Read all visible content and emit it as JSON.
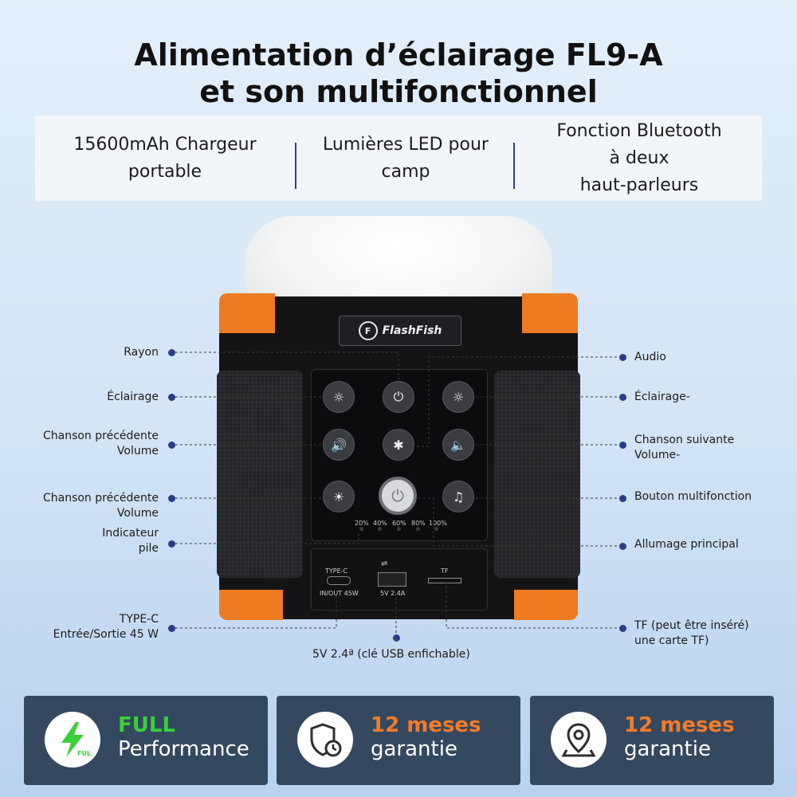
{
  "header": {
    "line1": "Alimentation d’éclairage FL9-A",
    "line2": "et son multifonctionnel"
  },
  "features": [
    {
      "line1": "15600mAh Chargeur",
      "line2": "portable"
    },
    {
      "line1": "Lumières LED pour",
      "line2": "camp"
    },
    {
      "line1": "Fonction Bluetooth",
      "line2": "à deux",
      "line3": "haut-parleurs"
    }
  ],
  "device": {
    "brand": "FlashFish",
    "battery_levels": [
      "20%",
      "40%",
      "60%",
      "80%",
      "100%"
    ],
    "ports": {
      "typec_label": "TYPE-C",
      "typec_spec": "IN/OUT 45W",
      "usb_spec": "5V 2.4A",
      "tf_label": "TF"
    }
  },
  "callouts": {
    "left": {
      "rayon": "Rayon",
      "eclairage": "Éclairage",
      "prev1_line1": "Chanson précédente",
      "prev1_line2": "Volume",
      "prev2_line1": "Chanson précédente",
      "prev2_line2": "Volume",
      "indic_line1": "Indicateur",
      "indic_line2": "pile",
      "typec_line1": "TYPE-C",
      "typec_line2": "Entrée/Sortie 45 W"
    },
    "right": {
      "audio": "Audio",
      "eclairage_minus": "Éclairage-",
      "next_line1": "Chanson suivante",
      "next_line2": "Volume-",
      "multifonction": "Bouton multifonction",
      "allumage": "Allumage principal",
      "tf_line1": "TF (peut être inséré)",
      "tf_line2": "une carte TF)"
    },
    "bottom": "5V 2.4ª (clé USB enfichable)"
  },
  "cards": [
    {
      "highlight": "FULL",
      "text": "Performance",
      "icon": "lightning-battery-icon",
      "badge": "FULL"
    },
    {
      "highlight": "12 meses",
      "text": "garantie",
      "icon": "shield-clock-icon"
    },
    {
      "highlight": "12 meses",
      "text": "garantie",
      "icon": "location-pin-icon"
    }
  ],
  "colors": {
    "accent_orange": "#ee7a22",
    "callout_blue": "#2c3d86",
    "card_bg": "#34495f",
    "full_green": "#38d13c",
    "meses_orange": "#f47b2a"
  }
}
